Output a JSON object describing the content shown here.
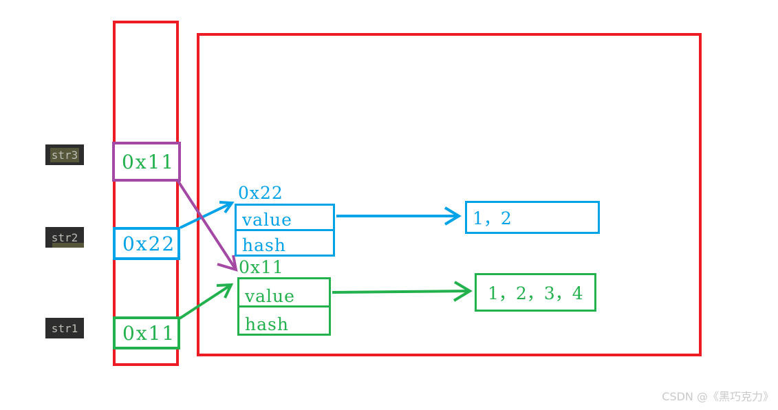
{
  "colors": {
    "frame_red": "#ed1c24",
    "blue": "#00a2e8",
    "green": "#22b14c",
    "purple": "#a349a4",
    "badge_bg": "#2d2d2d",
    "badge_text": "#b9bdb3",
    "selection_olive": "#55563a",
    "watermark_gray": "#c9c9c9"
  },
  "stack_frame": {
    "variables": [
      {
        "label": "str3",
        "pointer": "0x11"
      },
      {
        "label": "str2",
        "pointer": "0x22"
      },
      {
        "label": "str1",
        "pointer": "0x11"
      }
    ]
  },
  "heap": {
    "objects": [
      {
        "address": "0x22",
        "field1": "value",
        "field2": "hash",
        "content": "1，2"
      },
      {
        "address": "0x11",
        "field1": "value",
        "field2": "hash",
        "content": "1，2，3，4"
      }
    ]
  },
  "watermark": "CSDN @《黑巧克力》"
}
